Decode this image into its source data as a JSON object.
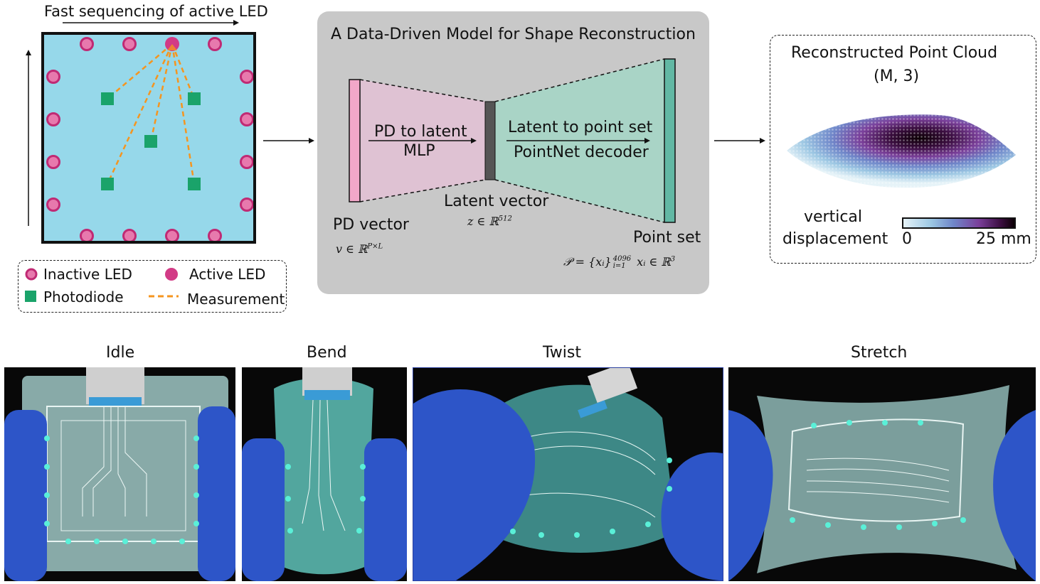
{
  "sensor": {
    "title": "Fast sequencing of active LED"
  },
  "legend": {
    "inactive_led": "Inactive LED",
    "active_led": "Active LED",
    "photodiode": "Photodiode",
    "measurement": "Measurement"
  },
  "model": {
    "title": "A Data-Driven Model for Shape Reconstruction",
    "encoder_label_1": "PD to latent",
    "encoder_label_2": "MLP",
    "decoder_label_1": "Latent to point set",
    "decoder_label_2": "PointNet decoder",
    "pd_vector": "PD vector",
    "pd_vector_math": "v ∈ ℝ",
    "pd_vector_sup": "P×L",
    "latent_vector": "Latent vector",
    "latent_math": "z ∈ ℝ",
    "latent_sup": "512",
    "point_set": "Point set",
    "point_set_math_a": "𝒫 = {xᵢ}",
    "point_set_sup": "4096",
    "point_set_sub": "i=1",
    "point_set_math_b": "xᵢ ∈ ℝ",
    "point_set_math_b_sup": "3"
  },
  "cloud": {
    "title": "Reconstructed Point Cloud",
    "shape": "(M, 3)",
    "colorbar_label_1": "vertical",
    "colorbar_label_2": "displacement",
    "colorbar_min": "0",
    "colorbar_max": "25 mm"
  },
  "photos": {
    "idle": "Idle",
    "bend": "Bend",
    "twist": "Twist",
    "stretch": "Stretch"
  },
  "colors": {
    "sensor_bg": "#96d8ea",
    "led": "#d23b86",
    "led_fill_inactive": "#e779ad",
    "photodiode": "#1aa36a",
    "measurement": "#f5951f",
    "encoder": "#dfc2d3",
    "decoder": "#a9d4c6",
    "latent": "#555555",
    "input_bar": "#f2a7c9",
    "output_bar": "#62b8a4"
  }
}
